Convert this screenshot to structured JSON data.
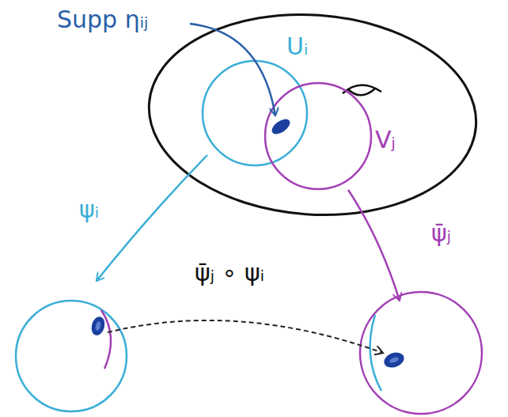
{
  "diagram": {
    "labels": [
      "Supp ηᵢⱼ",
      "Uᵢ",
      "Vⱼ",
      "ψᵢ",
      "ψ̄ⱼ",
      "ψ̄ⱼ ∘ ψᵢ"
    ]
  }
}
